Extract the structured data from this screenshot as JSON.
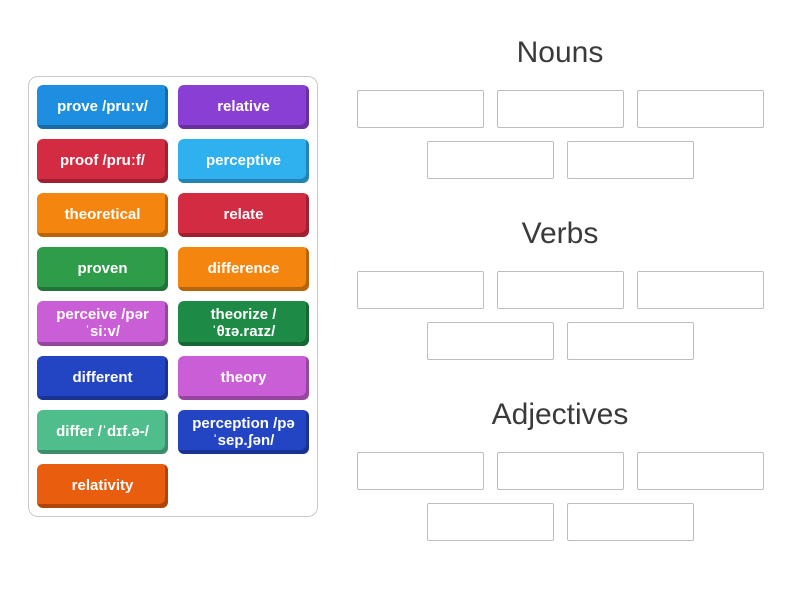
{
  "word_bank": {
    "tiles": [
      {
        "label": "prove /pruːv/",
        "color": "#1e8fe0"
      },
      {
        "label": "relative",
        "color": "#8a3fd4"
      },
      {
        "label": "proof /pruːf/",
        "color": "#d32b42"
      },
      {
        "label": "perceptive",
        "color": "#2fb1ef"
      },
      {
        "label": "theoretical",
        "color": "#f4860f"
      },
      {
        "label": "relate",
        "color": "#d32b42"
      },
      {
        "label": "proven",
        "color": "#2e9c49"
      },
      {
        "label": "difference",
        "color": "#f4860f"
      },
      {
        "label": "perceive /pərˈsiːv/",
        "color": "#ca5ed6"
      },
      {
        "label": "theorize /ˈθɪə.raɪz/",
        "color": "#1d8b46"
      },
      {
        "label": "different",
        "color": "#2345c4"
      },
      {
        "label": "theory",
        "color": "#ca5ed6"
      },
      {
        "label": "differ /ˈdɪf.ə-/",
        "color": "#4fbe8c"
      },
      {
        "label": "perception /pəˈsep.ʃən/",
        "color": "#2345c4"
      },
      {
        "label": "relativity",
        "color": "#e85d0e"
      }
    ]
  },
  "groups": [
    {
      "title": "Nouns",
      "slot_rows": [
        3,
        2
      ]
    },
    {
      "title": "Verbs",
      "slot_rows": [
        3,
        2
      ]
    },
    {
      "title": "Adjectives",
      "slot_rows": [
        3,
        2
      ]
    }
  ]
}
